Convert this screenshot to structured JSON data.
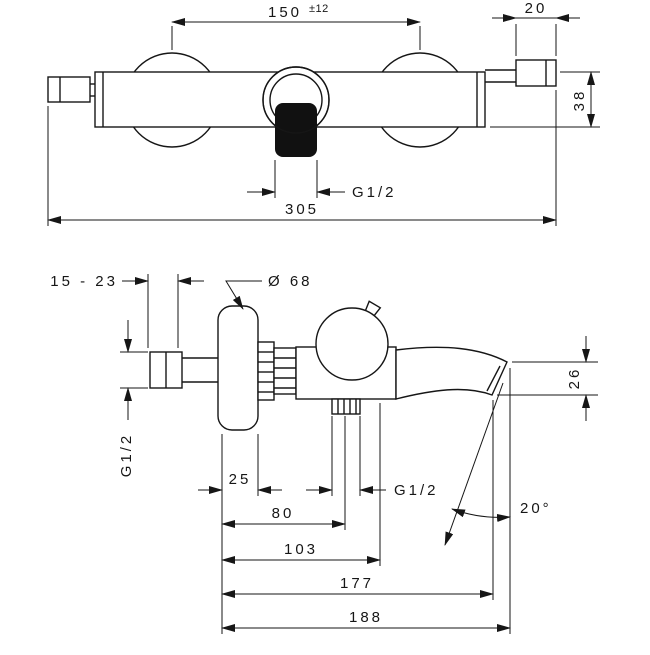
{
  "front_view": {
    "center_distance": "150",
    "center_tolerance": "±12",
    "connector_width": "20",
    "body_height": "38",
    "outlet_thread": "G1/2",
    "overall_width": "305"
  },
  "side_view": {
    "wall_distance_range": "15 - 23",
    "escutcheon_diameter": "Ø 68",
    "inlet_thread": "G1/2",
    "escutcheon_depth": "25",
    "outlet_thread": "G1/2",
    "outlet_center_depth": "80",
    "handle_depth": "103",
    "spout_outlet_depth": "177",
    "overall_depth": "188",
    "spout_outlet_height": "26",
    "spout_angle": "20°"
  }
}
